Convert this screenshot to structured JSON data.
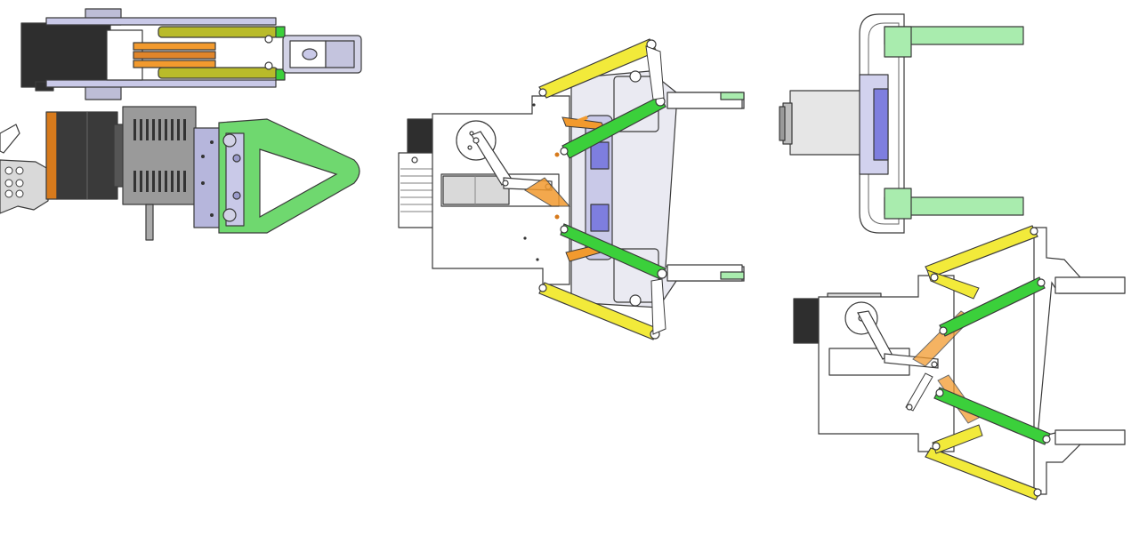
{
  "colors": {
    "background": "#ffffff",
    "yellow_link": "#f2ea3a",
    "olive_link": "#b9bb2a",
    "green_link": "#3bd03b",
    "light_green_jaw": "#a9ecae",
    "green_jaw": "#6fd86f",
    "orange_link": "#f29a2e",
    "orange_link_dark": "#d77a1c",
    "servo_dark": "#2e2e2e",
    "motor_gray": "#8e8e8e",
    "frame_lavender": "#c9c9e8",
    "bearing_blue": "#7e7edf",
    "outline": "#3a3a3a"
  },
  "views": [
    {
      "id": "top-left",
      "icon": "gripper-side-view-icon"
    },
    {
      "id": "mid-left",
      "icon": "motor-gripper-triangle-jaw-icon"
    },
    {
      "id": "center",
      "icon": "linkage-gripper-open-icon"
    },
    {
      "id": "top-right",
      "icon": "gripper-end-view-icon"
    },
    {
      "id": "bottom-right",
      "icon": "linkage-gripper-closed-icon"
    }
  ]
}
